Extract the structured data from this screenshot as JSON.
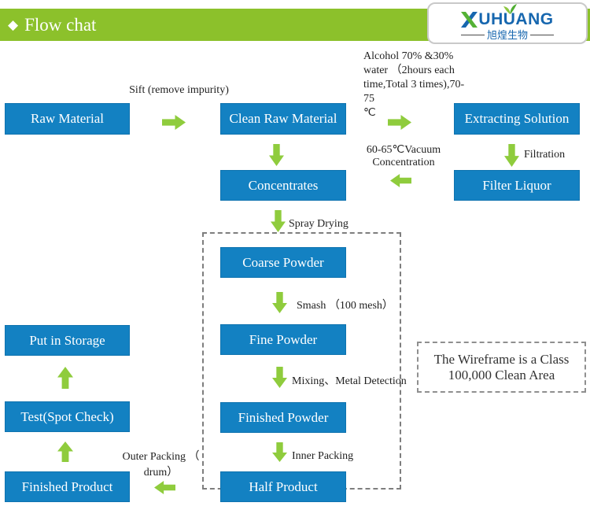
{
  "header": {
    "title": "Flow chat",
    "diamond_icon": "◆"
  },
  "logo": {
    "brand": "XUHUANG",
    "brand_rest": "UHUANG",
    "subtitle": "旭煌生物"
  },
  "nodes": [
    {
      "id": "raw-material",
      "label": "Raw Material"
    },
    {
      "id": "clean-raw-material",
      "label": "Clean Raw Material"
    },
    {
      "id": "extracting-solution",
      "label": "Extracting Solution"
    },
    {
      "id": "filter-liquor",
      "label": "Filter Liquor"
    },
    {
      "id": "concentrates",
      "label": "Concentrates"
    },
    {
      "id": "coarse-powder",
      "label": "Coarse Powder"
    },
    {
      "id": "fine-powder",
      "label": "Fine Powder"
    },
    {
      "id": "finished-powder",
      "label": "Finished Powder"
    },
    {
      "id": "half-product",
      "label": "Half Product"
    },
    {
      "id": "put-in-storage",
      "label": "Put in Storage"
    },
    {
      "id": "test-spot-check",
      "label": "Test(Spot Check)"
    },
    {
      "id": "finished-product",
      "label": "Finished Product"
    }
  ],
  "annotations": {
    "sift": "Sift (remove impurity)",
    "alcohol_lines": [
      "Alcohol 70% &30%",
      "water （2hours each",
      "time,Total 3 times),70-75",
      "℃"
    ],
    "vacuum_lines": [
      "60-65℃Vacuum",
      "Concentration"
    ],
    "filtration": "Filtration",
    "spray_drying": "Spray Drying",
    "smash": "Smash （100 mesh）",
    "mixing": "Mixing、Metal Detection",
    "inner_packing": "Inner Packing",
    "outer_packing_lines": [
      "Outer Packing （",
      "drum）"
    ]
  },
  "note": {
    "lines": [
      "The Wireframe is a Class",
      "100,000 Clean Area"
    ]
  },
  "colors": {
    "header_green": "#8cc12b",
    "arrow_green": "#8fcc3d",
    "box_blue": "#1381c2",
    "logo_blue": "#1767af",
    "leaf_green": "#55b235",
    "dash_gray": "#7e7e7e"
  }
}
